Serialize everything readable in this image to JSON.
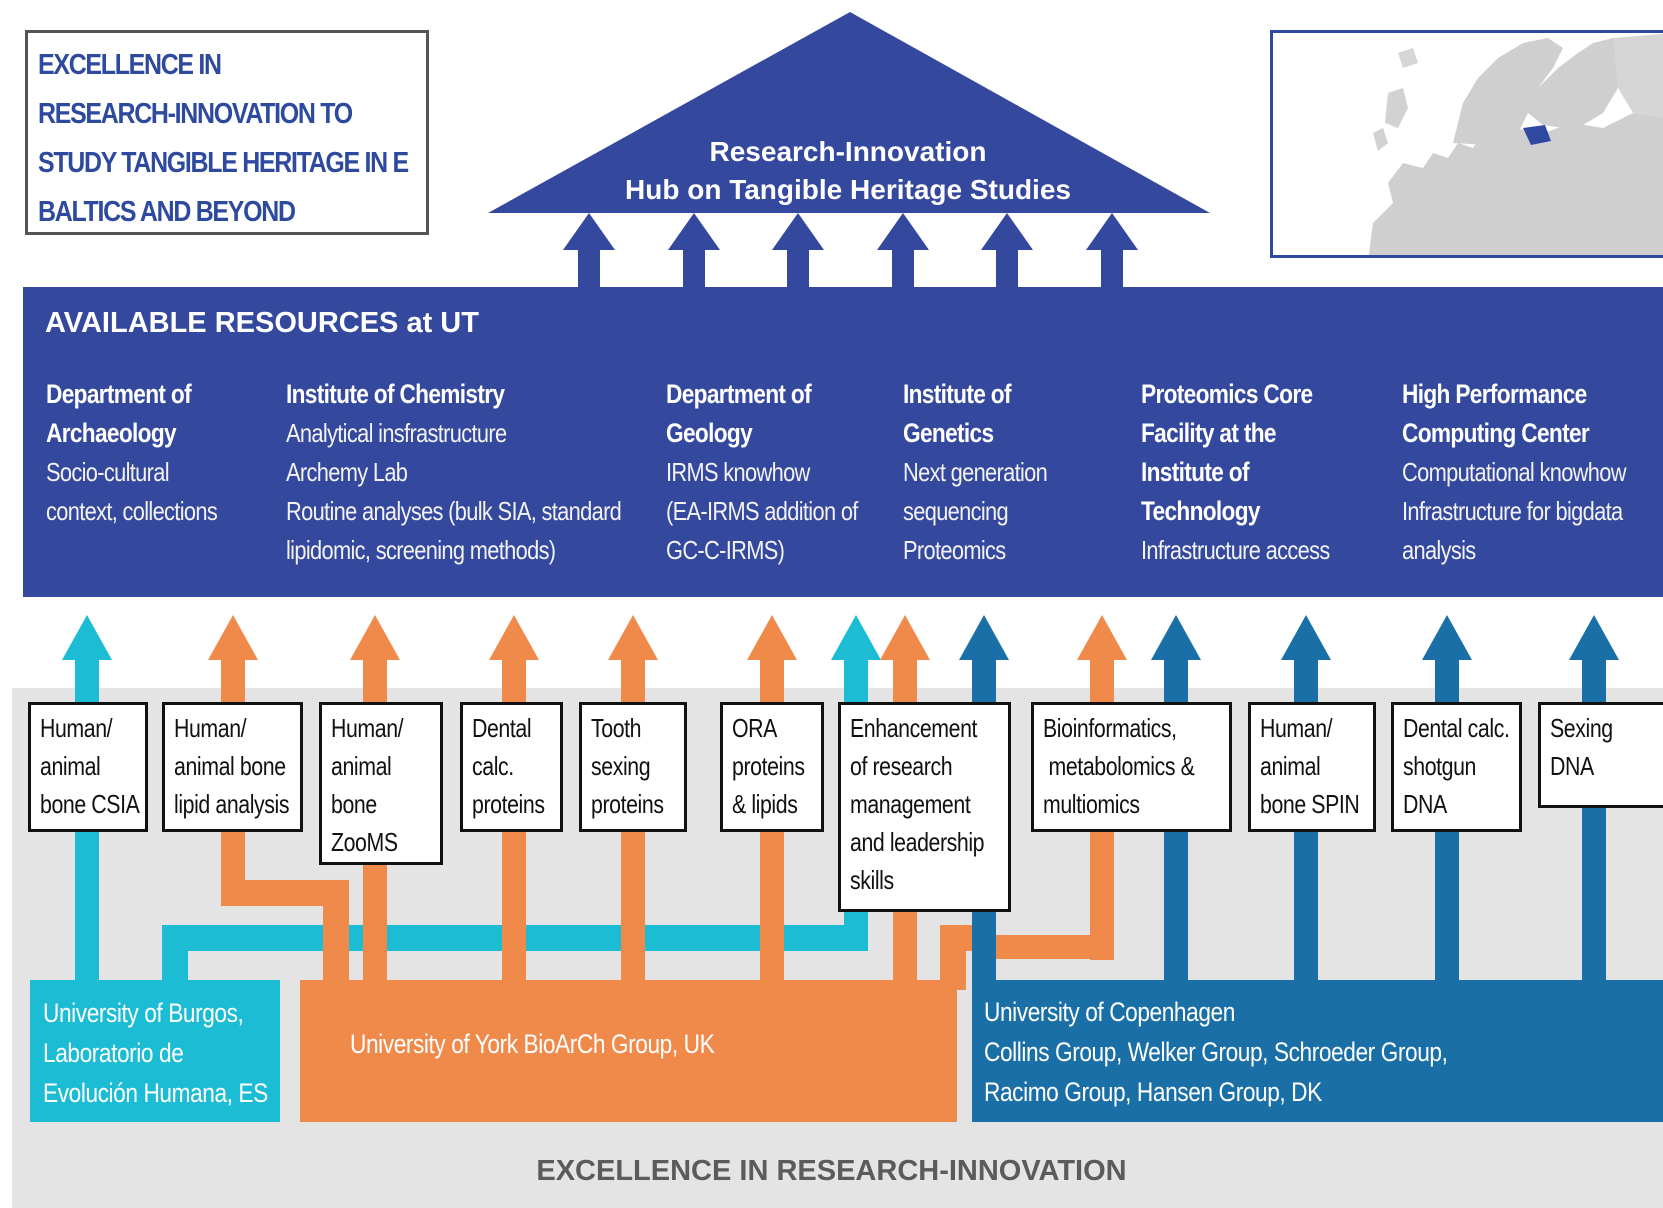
{
  "title_box": {
    "lines": [
      "EXCELLENCE IN",
      "RESEARCH-INNOVATION TO",
      "STUDY TANGIBLE HERITAGE IN E",
      "BALTICS AND BEYOND"
    ]
  },
  "hub": {
    "line1": "Research-Innovation",
    "line2": "Hub on Tangible Heritage Studies"
  },
  "resources": {
    "title": "AVAILABLE RESOURCES at UT",
    "columns": [
      {
        "heading": [
          "Department of",
          "Archaeology"
        ],
        "body": [
          "Socio-cultural",
          "context, collections"
        ]
      },
      {
        "heading": [
          "Institute of Chemistry"
        ],
        "body": [
          "Analytical insfrastructure",
          "Archemy Lab",
          "Routine analyses (bulk SIA, standard",
          "lipidomic, screening methods)"
        ]
      },
      {
        "heading": [
          "Department of",
          "Geology"
        ],
        "body": [
          "IRMS knowhow",
          "(EA-IRMS addition of",
          "GC-C-IRMS)"
        ]
      },
      {
        "heading": [
          "Institute of",
          "Genetics"
        ],
        "body": [
          "Next generation",
          "sequencing",
          "Proteomics"
        ]
      },
      {
        "heading": [
          "Proteomics Core",
          "Facility at the",
          "Institute of",
          "Technology"
        ],
        "body": [
          "Infrastructure access"
        ]
      },
      {
        "heading": [
          "High Performance",
          "Computing Center"
        ],
        "body": [
          "Computational knowhow",
          "Infrastructure for bigdata",
          "analysis"
        ]
      }
    ]
  },
  "methods": [
    {
      "lines": [
        "Human/",
        "animal",
        "bone CSIA"
      ]
    },
    {
      "lines": [
        "Human/",
        "animal bone",
        "lipid analysis"
      ]
    },
    {
      "lines": [
        "Human/",
        "animal",
        "bone",
        "ZooMS"
      ]
    },
    {
      "lines": [
        "Dental",
        "calc.",
        "proteins"
      ]
    },
    {
      "lines": [
        "Tooth",
        "sexing",
        "proteins"
      ]
    },
    {
      "lines": [
        "ORA",
        "proteins",
        "& lipids"
      ]
    },
    {
      "lines": [
        "Enhancement",
        "of research",
        "management",
        "and leadership",
        "skills"
      ]
    },
    {
      "lines": [
        "Bioinformatics,",
        " metabolomics &",
        "multiomics"
      ]
    },
    {
      "lines": [
        "Human/",
        "animal",
        "bone SPIN"
      ]
    },
    {
      "lines": [
        "Dental calc.",
        "shotgun",
        "DNA"
      ]
    },
    {
      "lines": [
        "Sexing",
        "DNA"
      ]
    }
  ],
  "institutions": {
    "burgos": [
      "University of Burgos,",
      "Laboratorio de",
      "Evolución Humana, ES"
    ],
    "york": [
      "University of York BioArCh Group, UK"
    ],
    "copenhagen": [
      "University of Copenhagen",
      "Collins Group, Welker Group, Schroeder Group,",
      "Racimo Group, Hansen Group, DK"
    ]
  },
  "footer": "EXCELLENCE IN RESEARCH-INNOVATION",
  "colors": {
    "ut_blue": "#34489e",
    "burgos_cyan": "#1cbcd4",
    "york_orange": "#f08a4b",
    "copenhagen_blue": "#1a6fa6",
    "estonia": "#2f48a0"
  }
}
